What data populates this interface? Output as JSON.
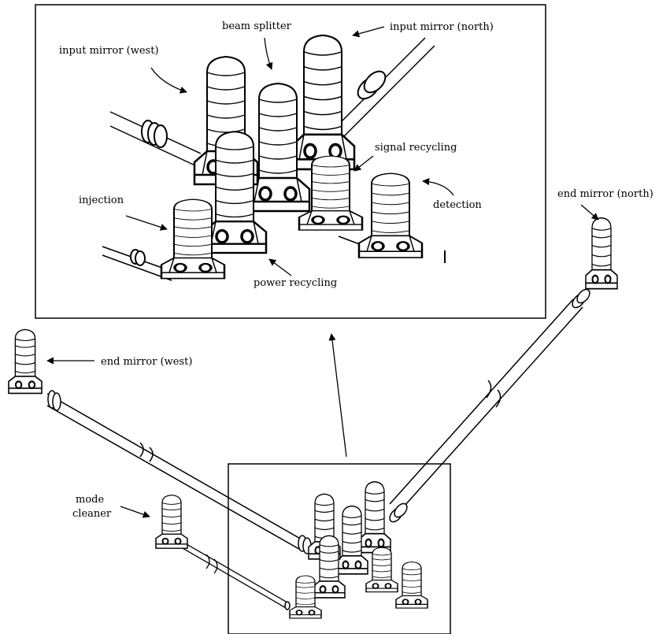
{
  "labels": {
    "beam_splitter": "beam splitter",
    "input_mirror_north": "input mirror (north)",
    "input_mirror_west": "input mirror (west)",
    "signal_recycling": "signal recycling",
    "injection": "injection",
    "detection": "detection",
    "power_recycling": "power recycling",
    "end_mirror_north": "end mirror (north)",
    "end_mirror_west": "end mirror (west)",
    "mode_cleaner_line1": "mode",
    "mode_cleaner_line2": "cleaner"
  },
  "colors": {
    "line": "#000000",
    "fill": "#ffffff"
  }
}
